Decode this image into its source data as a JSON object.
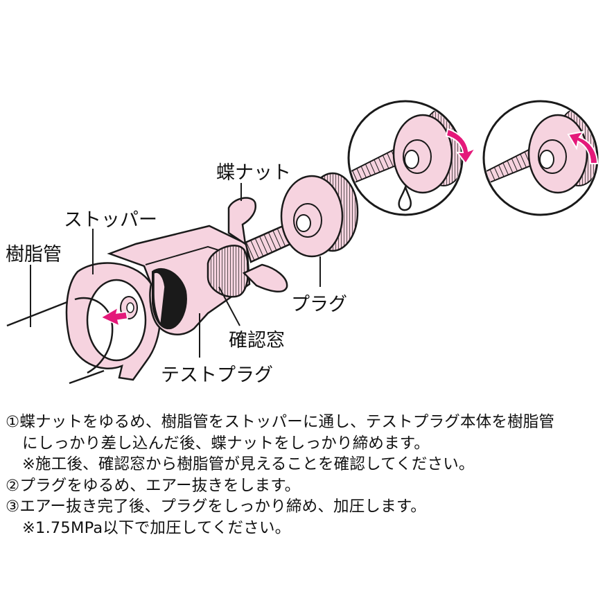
{
  "labels": {
    "butterfly_nut": "蝶ナット",
    "stopper": "ストッパー",
    "resin_pipe": "樹脂管",
    "plug": "プラグ",
    "inspection_window": "確認窓",
    "test_plug": "テストプラグ"
  },
  "instructions": {
    "step1_line1": "①蝶ナットをゆるめ、樹脂管をストッパーに通し、テストプラグ本体を樹脂管",
    "step1_line2": "にしっかり差し込んだ後、蝶ナットをしっかり締めます。",
    "step1_note": "※施工後、確認窓から樹脂管が見えることを確認してください。",
    "step2": "②プラグをゆるめ、エアー抜きをします。",
    "step3": "③エアー抜き完了後、プラグをしっかり締め、加圧します。",
    "step3_note": "※1.75MPa以下で加圧してください。"
  },
  "colors": {
    "part_pink": "#f6d3df",
    "part_pink_dark": "#e9b6c8",
    "arrow_magenta": "#e4197a",
    "outline": "#1a1a1a"
  }
}
